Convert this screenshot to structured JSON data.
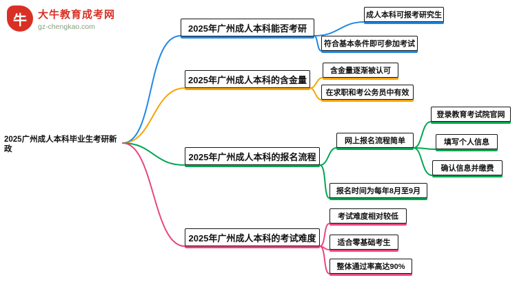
{
  "logo": {
    "name": "大牛教育成考网",
    "domain": "gz-chengkao.com",
    "icon": "bull-icon",
    "icon_glyph": "牛",
    "brand_color": "#d93025",
    "domain_color": "#84a07c"
  },
  "root": {
    "label": "2025广州成人本科毕业生考研新政"
  },
  "branches": [
    {
      "label": "2025年广州成人本科能否考研",
      "color": "#1e88e5",
      "children": [
        {
          "label": "成人本科可报考研究生"
        },
        {
          "label": "符合基本条件即可参加考试"
        }
      ]
    },
    {
      "label": "2025年广州成人本科的含金量",
      "color": "#f5a400",
      "children": [
        {
          "label": "含金量逐渐被认可"
        },
        {
          "label": "在求职和考公务员中有效"
        }
      ]
    },
    {
      "label": "2025年广州成人本科的报名流程",
      "color": "#00a651",
      "children": [
        {
          "label": "网上报名流程简单",
          "children": [
            {
              "label": "登录教育考试院官网"
            },
            {
              "label": "填写个人信息"
            },
            {
              "label": "确认信息并缴费"
            }
          ]
        },
        {
          "label": "报名时间为每年8月至9月"
        }
      ]
    },
    {
      "label": "2025年广州成人本科的考试难度",
      "color": "#e8457f",
      "children": [
        {
          "label": "考试难度相对较低"
        },
        {
          "label": "适合零基础考生"
        },
        {
          "label": "整体通过率高达90%"
        }
      ]
    }
  ]
}
